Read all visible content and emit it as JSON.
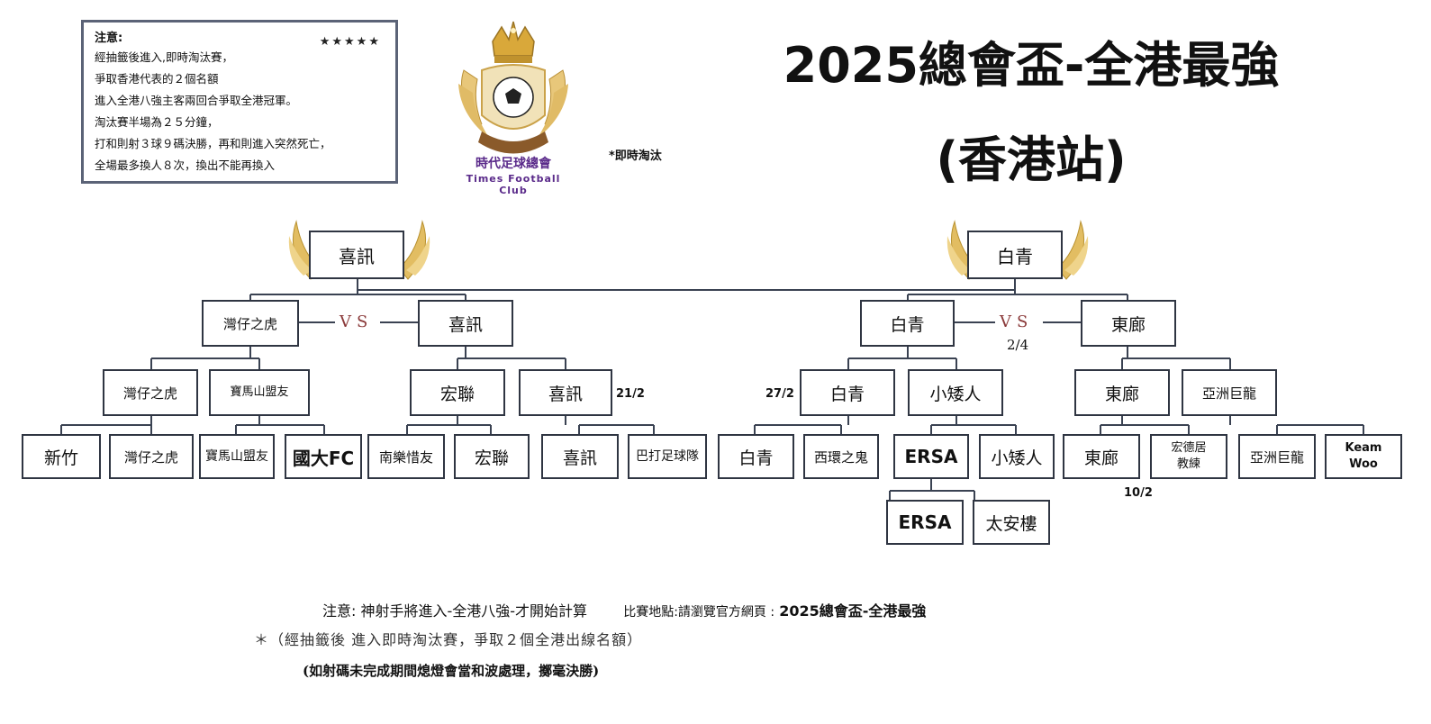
{
  "notice": {
    "title": "注意:",
    "lines": [
      "經抽籤後進入,即時淘汰賽，",
      "爭取香港代表的２個名額",
      "進入全港八強主客兩回合爭取全港冠軍。",
      "淘汰賽半場為２５分鐘，",
      "打和則射３球９碼決勝，再和則進入突然死亡，",
      "全場最多換人８次，換出不能再換入"
    ],
    "stars": "★★★★★"
  },
  "logo": {
    "name": "時代足球總會",
    "english": "Times Football Club"
  },
  "instant_note": "*即時淘汰",
  "header": {
    "title": "2025總會盃-全港最強",
    "subtitle": "(香港站)"
  },
  "bracket": {
    "left": {
      "champion": "喜訊",
      "semi": [
        "灣仔之虎",
        "喜訊"
      ],
      "quarter": [
        "灣仔之虎",
        "寶馬山盟友",
        "宏聯",
        "喜訊"
      ],
      "r1": [
        "新竹",
        "灣仔之虎",
        "寶馬山盟友",
        "國大FC",
        "南樂惜友",
        "宏聯",
        "喜訊",
        "巴打足球隊"
      ],
      "date_quarter": "21/2"
    },
    "right": {
      "champion": "白青",
      "semi": [
        "白青",
        "東廊"
      ],
      "semi_date": "2/4",
      "quarter": [
        "白青",
        "小矮人",
        "東廊",
        "亞洲巨龍"
      ],
      "r1": [
        "白青",
        "西環之鬼",
        "ERSA",
        "小矮人",
        "東廊",
        "宏德居 教練",
        "亞洲巨龍",
        "Keam Woo"
      ],
      "prelim": [
        "ERSA",
        "太安樓"
      ],
      "date_quarter": "27/2",
      "date_r1": "10/2"
    },
    "vs": "VS"
  },
  "footer": {
    "note_label": "注意: 神射手將進入-全港八強-才開始計算",
    "venue_label": "比賽地點:請瀏覽官方網頁 :",
    "venue_name": "2025總會盃-全港最強",
    "draw_note": "＊（經抽籤後 進入即時淘汰賽，爭取２個全港出線名額）",
    "blackout_note": "(如射碼未完成期間熄燈會當和波處理，擲毫決勝)"
  },
  "colors": {
    "box_border": "#2f3542",
    "line": "#3a4252",
    "vs": "#8b3a3a",
    "logo_purple": "#5a2a8a",
    "gold": "#d9a83a"
  }
}
